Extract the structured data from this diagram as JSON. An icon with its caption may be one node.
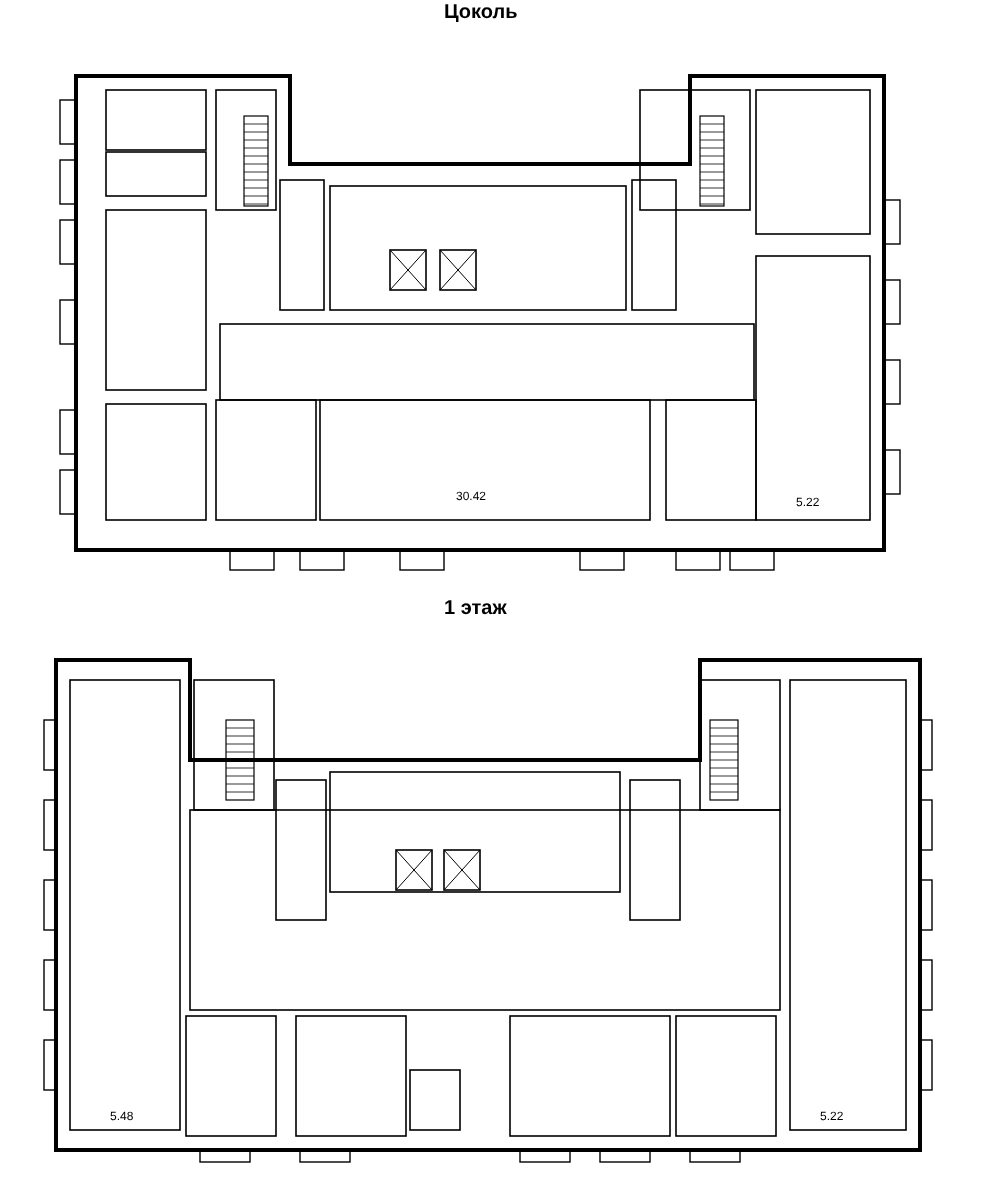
{
  "diagram": {
    "labels": [
      "Цоколь",
      "1 этаж",
      "30.42",
      "5.22",
      "5.48",
      "5.22"
    ]
  }
}
